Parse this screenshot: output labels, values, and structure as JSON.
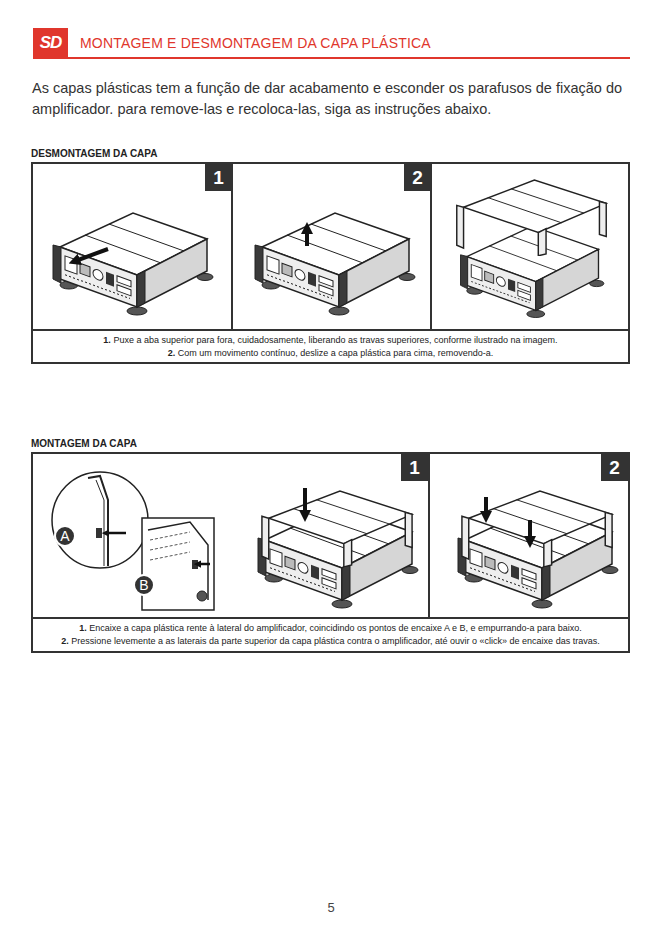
{
  "diagram": {
    "title": "MONTAGEM E DESMONTAGEM DA CAPA PLÁSTICA",
    "nodes": [
      {
        "text": [
          "SD"
        ]
      },
      {
        "text": [
          "DESMONTAGEM DA CAPA"
        ]
      },
      {
        "text": [
          "1"
        ],
        "in": 1
      },
      {
        "text": [
          "2"
        ],
        "in": 1
      },
      {
        "text": [
          "1. Puxe a aba superior para fora, cuidadosamente, liberando as travas superiores, conforme ilustrado na imagem.",
          "2. Com um movimento contínuo, deslize a capa plástica para cima, removendo-a."
        ],
        "in": 1
      },
      {
        "text": [
          "MONTAGEM DA CAPA"
        ]
      },
      {
        "text": [
          "1"
        ],
        "in": 5
      },
      {
        "text": [
          "2"
        ],
        "in": 5
      },
      {
        "text": [
          "A"
        ],
        "in": 5
      },
      {
        "text": [
          "B"
        ],
        "in": 5
      },
      {
        "text": [
          "1. Encaixe a capa plástica rente à lateral do amplificador, coincidindo os pontos de encaixe A e B, e empurrando-a para baixo.",
          "2. Pressione levemente a as laterais da parte superior da capa plástica contra o amplificador, até ouvir o «click» de encaixe das travas."
        ],
        "in": 5
      }
    ],
    "labels": [
      "As capas plásticas tem a função de dar acabamento e esconder os parafusos de fixação do amplificador. para remove-las e recoloca-las, siga as instruções abaixo.",
      "5"
    ]
  }
}
